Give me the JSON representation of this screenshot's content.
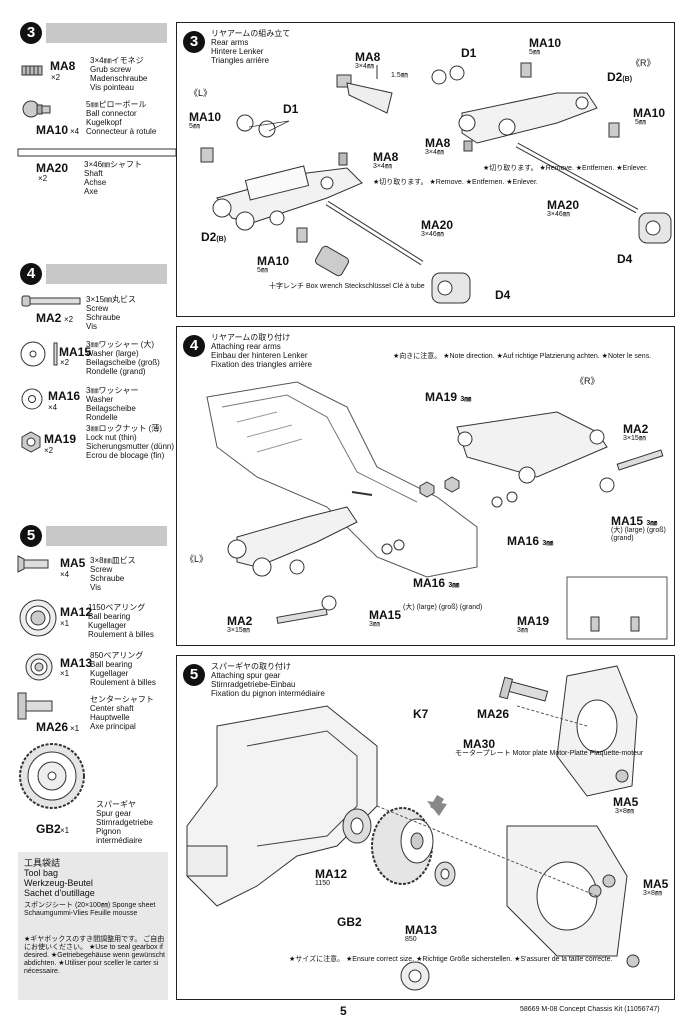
{
  "left": {
    "step3": {
      "num": "3",
      "parts": [
        {
          "code": "MA8",
          "qty": "×2",
          "name": "3×4㎜イモネジ\nGrub screw\nMadenschraube\nVis pointeau"
        },
        {
          "code": "MA10",
          "qty": "×4",
          "name": "5㎜ピローボール\nBall connector\nKugelkopf\nConnecteur à rotule"
        },
        {
          "code": "MA20",
          "qty": "×2",
          "name": "3×46㎜シャフト\nShaft\nAchse\nAxe"
        }
      ]
    },
    "step4": {
      "num": "4",
      "parts": [
        {
          "code": "MA2",
          "qty": "×2",
          "name": "3×15㎜丸ビス\nScrew\nSchraube\nVis"
        },
        {
          "code": "MA15",
          "qty": "×2",
          "name": "3㎜ワッシャー (大)\nWasher (large)\nBeilagscheibe (groß)\nRondelle (grand)"
        },
        {
          "code": "MA16",
          "qty": "×4",
          "name": "3㎜ワッシャー\nWasher\nBeilagscheibe\nRondelle"
        },
        {
          "code": "MA19",
          "qty": "×2",
          "name": "3㎜ロックナット (薄)\nLock nut (thin)\nSicherungsmutter (dünn)\nEcrou de blocage (fin)"
        }
      ]
    },
    "step5": {
      "num": "5",
      "parts": [
        {
          "code": "MA5",
          "qty": "×4",
          "name": "3×8㎜皿ビス\nScrew\nSchraube\nVis"
        },
        {
          "code": "MA12",
          "qty": "×1",
          "name": "1150ベアリング\nBall bearing\nKugellager\nRoulement à billes"
        },
        {
          "code": "MA13",
          "qty": "×1",
          "name": "850ベアリング\nBall bearing\nKugellager\nRoulement à billes"
        },
        {
          "code": "MA26",
          "qty": "×1",
          "name": "センターシャフト\nCenter shaft\nHauptwelle\nAxe principal"
        },
        {
          "code": "GB2",
          "qty": "×1",
          "name": "スパーギヤ\nSpur gear\nStirnradgetriebe\nPignon\nintermédiaire"
        }
      ]
    },
    "toolbag": {
      "title": "工具袋詰\nTool bag\nWerkzeug-Beutel\nSachet d'outillage",
      "sponge": "スポンジシート (20×100㎜)\nSponge sheet\nSchaumgummi-Vlies\nFeuille mousse",
      "note": "★ギヤボックスのすき間調整用です。\nご自由にお使いください。\n★Use to seal gearbox if desired.\n★Getriebegehäuse wenn gewünscht\nabdichten.\n★Utiliser pour sceller le carter si\nnécessaire."
    }
  },
  "panel3": {
    "num": "3",
    "title": "リヤアームの組み立て\nRear arms\nHintere Lenker\nTriangles arrière",
    "ma8_top": "MA8",
    "ma8_top_size": "3×4㎜",
    "dim": "1.5㎜",
    "left_marker": "《L》",
    "right_marker": "《R》",
    "d1_left": "D1",
    "d1_right": "D1",
    "ma10_tl": "MA10",
    "ma10_tl_size": "5㎜",
    "ma10_tr": "MA10",
    "ma10_tr_size": "5㎜",
    "ma10_r": "MA10",
    "ma10_r_size": "5㎜",
    "ma10_bl": "MA10",
    "ma10_bl_size": "5㎜",
    "ma8_mid": "MA8",
    "ma8_mid_size": "3×4㎜",
    "ma8_right": "MA8",
    "ma8_right_size": "3×4㎜",
    "cut_note": "★切り取ります。\n★Remove.\n★Entfernen.\n★Enlever.",
    "d2_left": "D2",
    "d2_left_b": "(B)",
    "d2_right": "D2",
    "d2_right_b": "(B)",
    "ma20_left": "MA20",
    "ma20_left_size": "3×46㎜",
    "ma20_right": "MA20",
    "ma20_right_size": "3×46㎜",
    "wrench": "十字レンチ\nBox wrench\nSteckschlüssel\nClé à tube",
    "d4_left": "D4",
    "d4_right": "D4"
  },
  "panel4": {
    "num": "4",
    "title": "リヤアームの取り付け\nAttaching rear arms\nEinbau der hinteren Lenker\nFixation des triangles arrière",
    "note": "★向きに注意。\n★Note direction.\n★Auf richtige Platzierung achten.\n★Noter le sens.",
    "right_marker": "《R》",
    "left_marker": "《L》",
    "ma19": "MA19",
    "ma19_size": "3㎜",
    "ma2_r": "MA2",
    "ma2_r_size": "3×15㎜",
    "ma15_r": "MA15",
    "ma15_r_size": "3㎜",
    "ma15_r_desc": "(大)\n(large)\n(groß)\n(grand)",
    "ma16_r": "MA16",
    "ma16_r_size": "3㎜",
    "ma16_l": "MA16",
    "ma16_l_size": "3㎜",
    "ma2_l": "MA2",
    "ma2_l_size": "3×15㎜",
    "ma15_l": "MA15",
    "ma15_l_size": "3㎜",
    "ma15_l_desc": "(大)\n(large)\n(groß)\n(grand)",
    "ma19_inset": "MA19",
    "ma19_inset_size": "3㎜"
  },
  "panel5": {
    "num": "5",
    "title": "スパーギヤの取り付け\nAttaching spur gear\nStirnradgetriebe-Einbau\nFixation du pignon intermédiaire",
    "k7": "K7",
    "ma26": "MA26",
    "ma30": "MA30",
    "ma30_desc": "モータープレート\nMotor plate\nMotor-Platte\nPlaquette-moteur",
    "ma5_top": "MA5",
    "ma5_top_size": "3×8㎜",
    "ma5_bot": "MA5",
    "ma5_bot_size": "3×8㎜",
    "ma12": "MA12",
    "ma12_size": "1150",
    "gb2": "GB2",
    "ma13": "MA13",
    "ma13_size": "850",
    "size_note": "★サイズに注意。\n★Ensure correct size.\n★Richtige Größe sicherstellen.\n★S'assurer de la taille correcte."
  },
  "footer": {
    "page": "5",
    "ref": "58669 M-08 Concept Chassis Kit (11056747)"
  }
}
